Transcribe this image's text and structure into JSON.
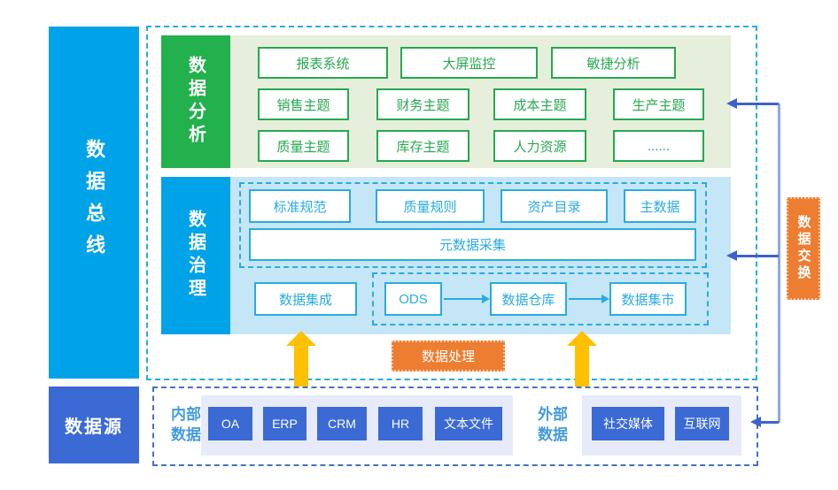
{
  "bus": {
    "label": "数据总线"
  },
  "analysis": {
    "label": "数据分析",
    "row1": [
      "报表系统",
      "大屏监控",
      "敏捷分析"
    ],
    "row2": [
      "销售主题",
      "财务主题",
      "成本主题",
      "生产主题"
    ],
    "row3": [
      "质量主题",
      "库存主题",
      "人力资源",
      "......"
    ]
  },
  "governance": {
    "label": "数据治理",
    "standards": [
      "标准规范",
      "质量规则",
      "资产目录",
      "主数据"
    ],
    "metadata": "元数据采集",
    "integration": "数据集成",
    "pipeline": [
      "ODS",
      "数据仓库",
      "数据集市"
    ]
  },
  "processing": {
    "label": "数据处理"
  },
  "exchange": {
    "label": "数据交换"
  },
  "source": {
    "label": "数据源",
    "internal": {
      "label": "内部数据",
      "items": [
        "OA",
        "ERP",
        "CRM",
        "HR",
        "文本文件"
      ]
    },
    "external": {
      "label": "外部数据",
      "items": [
        "社交媒体",
        "互联网"
      ]
    }
  },
  "colors": {
    "cyan": "#00A2E8",
    "cyan_border": "#29ABE2",
    "green": "#22B14C",
    "light_green": "#E5EFDB",
    "light_blue": "#C5E6F6",
    "royal_blue": "#3B6AD4",
    "lavender": "#E7EAF8",
    "orange": "#ED7D31",
    "yellow": "#FFC000",
    "connector_blue": "#3E62CC"
  }
}
